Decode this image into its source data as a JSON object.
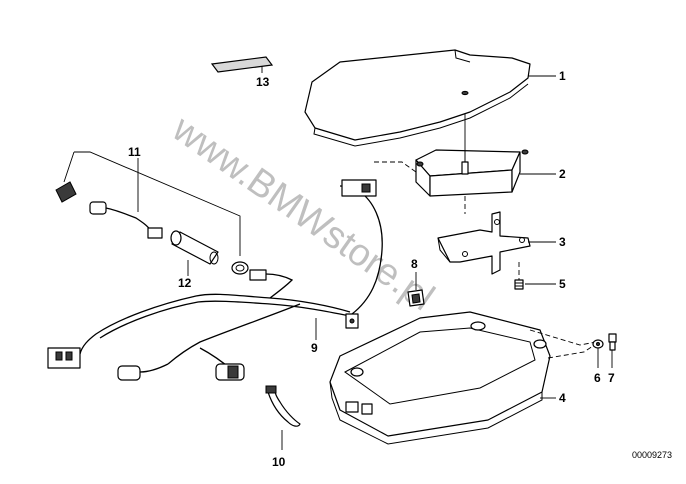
{
  "diagram": {
    "callouts": [
      {
        "id": "1",
        "label": "1"
      },
      {
        "id": "2",
        "label": "2"
      },
      {
        "id": "3",
        "label": "3"
      },
      {
        "id": "4",
        "label": "4"
      },
      {
        "id": "5",
        "label": "5"
      },
      {
        "id": "6",
        "label": "6"
      },
      {
        "id": "7",
        "label": "7"
      },
      {
        "id": "8",
        "label": "8"
      },
      {
        "id": "9",
        "label": "9"
      },
      {
        "id": "10",
        "label": "10"
      },
      {
        "id": "11",
        "label": "11"
      },
      {
        "id": "12",
        "label": "12"
      },
      {
        "id": "13",
        "label": "13"
      }
    ],
    "watermark": "www.BMWstore.pl",
    "document_number": "00009273"
  }
}
